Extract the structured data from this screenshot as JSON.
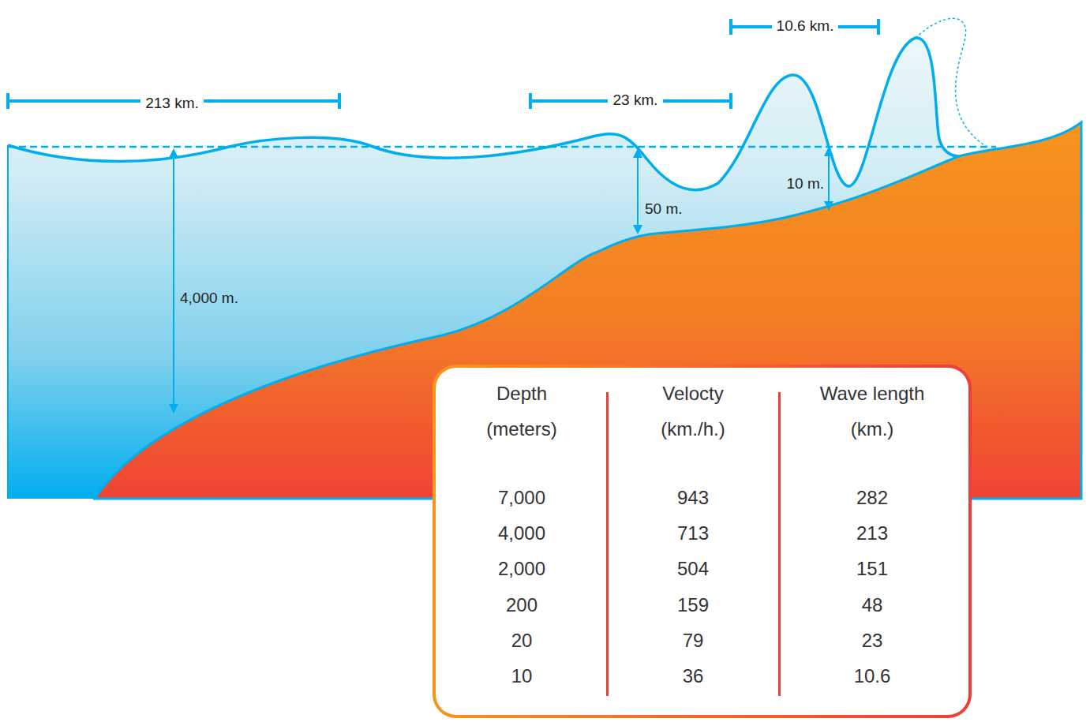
{
  "diagram": {
    "nodes": [
      {
        "text": [
          "Depth (meters)",
          "Velocty (km./h.)",
          "Wave length (km.)",
          "7,000",
          "943",
          "282",
          "4,000",
          "713",
          "213",
          "2,000",
          "504",
          "151",
          "200",
          "159",
          "48",
          "20",
          "79",
          "23",
          "10",
          "36",
          "10.6"
        ]
      }
    ],
    "labels": [
      "213 km.",
      "23 km.",
      "10.6 km.",
      "4,000 m.",
      "50 m.",
      "10 m."
    ]
  }
}
